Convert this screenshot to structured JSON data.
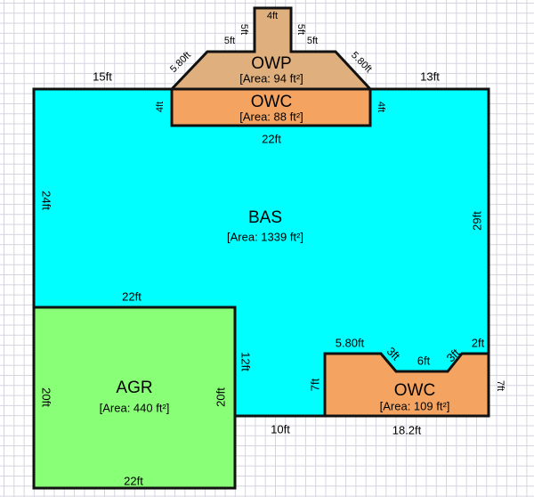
{
  "colors": {
    "BAS": "#00ffff",
    "AGR": "#88ff77",
    "OWC": "#f4a460",
    "OWP": "#dfb07e",
    "outline": "#111111"
  },
  "areas": {
    "bas": {
      "name": "BAS",
      "area": "[Area: 1339 ft²]"
    },
    "agr": {
      "name": "AGR",
      "area": "[Area: 440 ft²]"
    },
    "owc_top": {
      "name": "OWC",
      "area": "[Area: 88 ft²]"
    },
    "owp": {
      "name": "OWP",
      "area": "[Area: 94 ft²]"
    },
    "owc_bottom": {
      "name": "OWC",
      "area": "[Area: 109 ft²]"
    }
  },
  "dims": {
    "top_left": "15ft",
    "top_right": "13ft",
    "owc_bottom": "22ft",
    "owc_left": "4ft",
    "owc_right": "4ft",
    "owp_diag_left": "5.80ft",
    "owp_diag_right": "5.80ft",
    "owp_left_step": "5ft",
    "owp_right_step": "5ft",
    "owp_stem_left": "5ft",
    "owp_stem_right": "5ft",
    "owp_stem_top": "4ft",
    "bas_left": "24ft",
    "bas_right": "29ft",
    "agr_top": "22ft",
    "agr_left": "20ft",
    "agr_right": "20ft",
    "agr_bottom": "22ft",
    "bas_step": "12ft",
    "bas_bottom": "10ft",
    "owc2_top": "5.80ft",
    "owc2_diag_left": "3ft",
    "owc2_mid": "6ft",
    "owc2_diag_right": "3ft",
    "owc2_top_right": "2ft",
    "owc2_left": "7ft",
    "owc2_right": "7ft",
    "owc2_bottom": "18.2ft"
  }
}
